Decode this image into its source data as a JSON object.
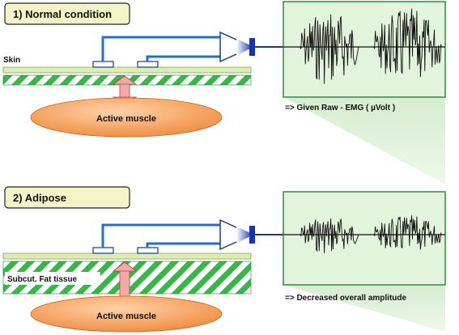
{
  "panels": [
    {
      "title": "1) Normal condition",
      "skin_label": "Skin",
      "fat_label": "",
      "muscle_label": "Active muscle",
      "caption": "=> Given Raw  - EMG ( µVolt )",
      "emg_amplitude": 1.0,
      "has_fat_layer": false
    },
    {
      "title": "2) Adipose",
      "skin_label": "",
      "fat_label": "Subcut. Fat  tissue",
      "muscle_label": "Active muscle",
      "caption": "=> Decreased overall amplitude",
      "emg_amplitude": 0.5,
      "has_fat_layer": true
    }
  ],
  "colors": {
    "title_box": "#f3f5c8",
    "title_border": "#222222",
    "skin": "#dcefb0",
    "fat_stripe": "#39b54a",
    "muscle": "#f39a55",
    "wire": "#1f6fd8",
    "emg_panel": "#e3f4dc",
    "emg_border": "#2e8b3a",
    "arrow": "#f2aaa8",
    "amp_dark": "#1733b0"
  }
}
